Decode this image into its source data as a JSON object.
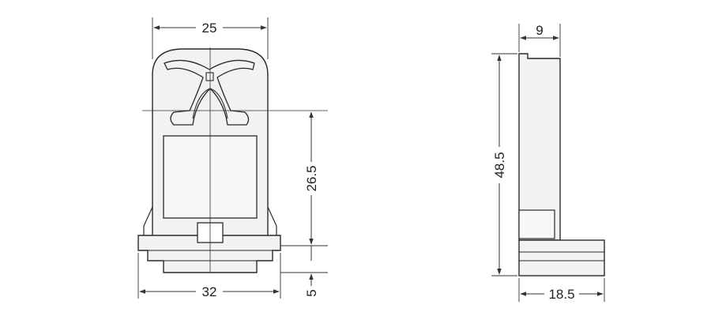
{
  "drawing": {
    "front_view": {
      "dimensions": {
        "top_width": "25",
        "bottom_width": "32",
        "window_height": "26.5",
        "base_height": "5"
      }
    },
    "side_view": {
      "dimensions": {
        "top_thickness": "9",
        "height": "48.5",
        "base_depth": "18.5"
      }
    },
    "colors": {
      "line": "#2a2a2a",
      "body_fill": "#f2f2f2",
      "background": "#ffffff"
    }
  }
}
